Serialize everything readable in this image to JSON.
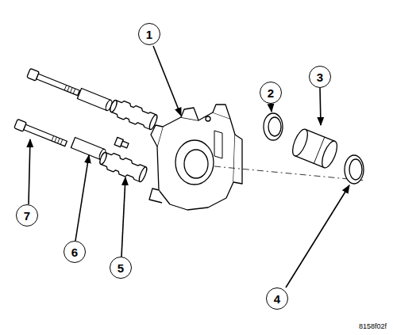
{
  "diagram": {
    "nodes": [
      {
        "text": [
          "1"
        ]
      },
      {
        "text": [
          "2"
        ]
      },
      {
        "text": [
          "3"
        ]
      },
      {
        "text": [
          "4"
        ]
      },
      {
        "text": [
          "5"
        ]
      },
      {
        "text": [
          "6"
        ]
      },
      {
        "text": [
          "7"
        ]
      }
    ],
    "labels": [
      "8158f02f"
    ]
  }
}
